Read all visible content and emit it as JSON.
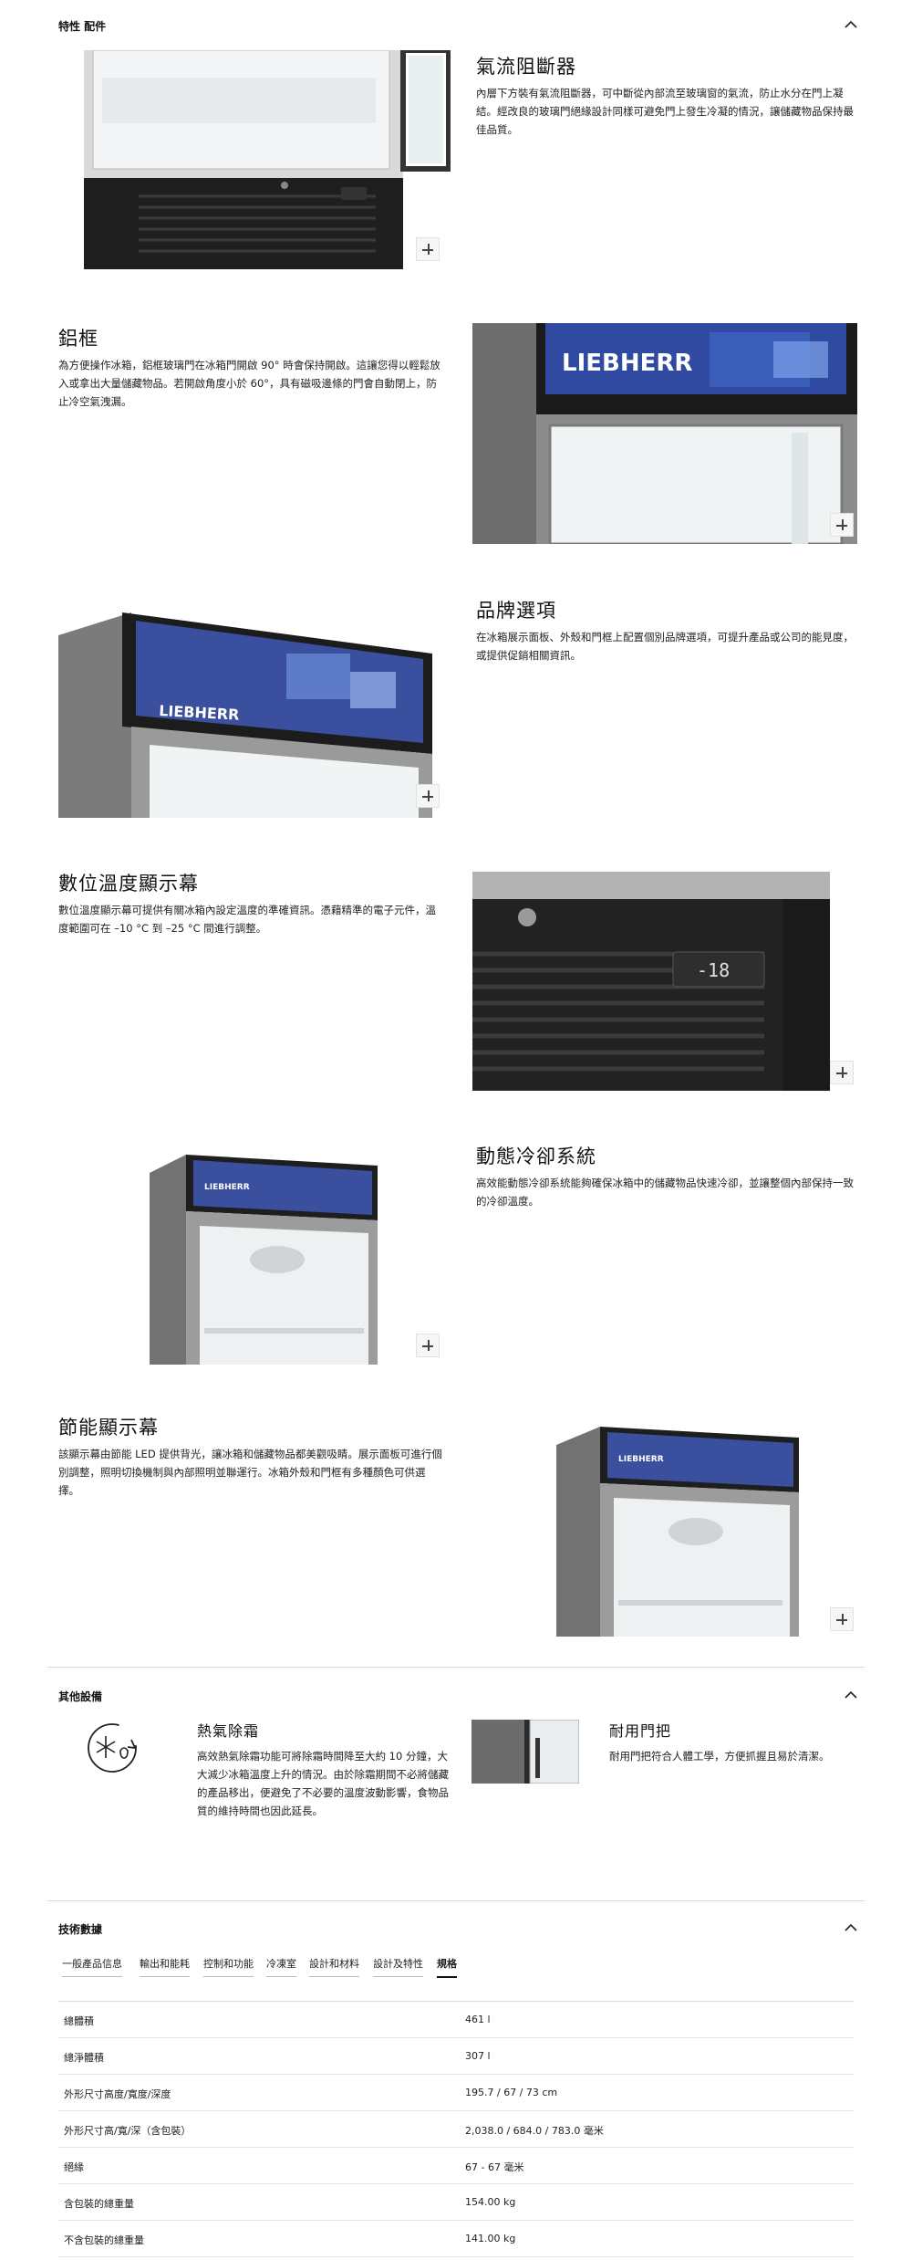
{
  "features_section": {
    "title": "特性 配件"
  },
  "features": [
    {
      "title": "氣流阻斷器",
      "desc": "內層下方裝有氣流阻斷器，可中斷從內部流至玻璃窗的氣流，防止水分在門上凝結。經改良的玻璃門絕緣設計同樣可避免門上發生冷凝的情況，讓儲藏物品保持最佳品質。"
    },
    {
      "title": "鋁框",
      "desc": "為方便操作冰箱，鋁框玻璃門在冰箱門開啟 90° 時會保持開啟。這讓您得以輕鬆放入或拿出大量儲藏物品。若開啟角度小於 60°，具有磁吸邊條的門會自動閉上，防止冷空氣洩漏。"
    },
    {
      "title": "品牌選項",
      "desc": "在冰箱展示面板、外殼和門框上配置個別品牌選項，可提升產品或公司的能見度，或提供促銷相關資訊。"
    },
    {
      "title": "數位溫度顯示幕",
      "desc": "數位溫度顯示幕可提供有關冰箱內設定溫度的準確資訊。憑藉精準的電子元件，溫度範圍可在 –10 °C 到 –25 °C 間進行調整。"
    },
    {
      "title": "動態冷卻系統",
      "desc": "高效能動態冷卻系統能夠確保冰箱中的儲藏物品快速冷卻，並讓整個內部保持一致的冷卻溫度。"
    },
    {
      "title": "節能顯示幕",
      "desc": "該顯示幕由節能 LED 提供背光，讓冰箱和儲藏物品都美觀吸睛。展示面板可進行個別調整，照明切換機制與內部照明並聯運行。冰箱外殼和門框有多種顏色可供選擇。"
    }
  ],
  "brand": {
    "logo_text": "LIEBHERR",
    "display_temp": "-18"
  },
  "equipment_section": {
    "title": "其他設備",
    "items": [
      {
        "title": "熱氣除霜",
        "desc": "高效熱氣除霜功能可將除霜時間降至大約 10 分鐘，大大減少冰箱溫度上升的情況。由於除霜期間不必將儲藏的產品移出，便避免了不必要的溫度波動影響，食物品質的維持時間也因此延長。"
      },
      {
        "title": "耐用門把",
        "desc": "耐用門把符合人體工學，方便抓握且易於清潔。"
      }
    ]
  },
  "tech_section": {
    "title": "技術數據",
    "tabs": [
      "一般產品信息",
      "輸出和能耗",
      "控制和功能",
      "冷凍室",
      "設計和材料",
      "設計及特性",
      "規格"
    ],
    "active_tab": 6,
    "specs": [
      {
        "k": "總體積",
        "v": "461 l"
      },
      {
        "k": "總淨體積",
        "v": "307 l"
      },
      {
        "k": "外形尺寸高度/寬度/深度",
        "v": "195.7 / 67 / 73 cm"
      },
      {
        "k": "外形尺寸高/寬/深（含包裝）",
        "v": "2,038.0 / 684.0 / 783.0 毫米"
      },
      {
        "k": "絕緣",
        "v": "67 - 67 毫米"
      },
      {
        "k": "含包裝的總重量",
        "v": "154.00 kg"
      },
      {
        "k": "不含包裝的總重量",
        "v": "141.00 kg"
      }
    ]
  },
  "colors": {
    "panel_blue": "#2f3f8f",
    "cabinet_dark": "#2a2a2a",
    "frame_grey": "#8a8a8a"
  }
}
